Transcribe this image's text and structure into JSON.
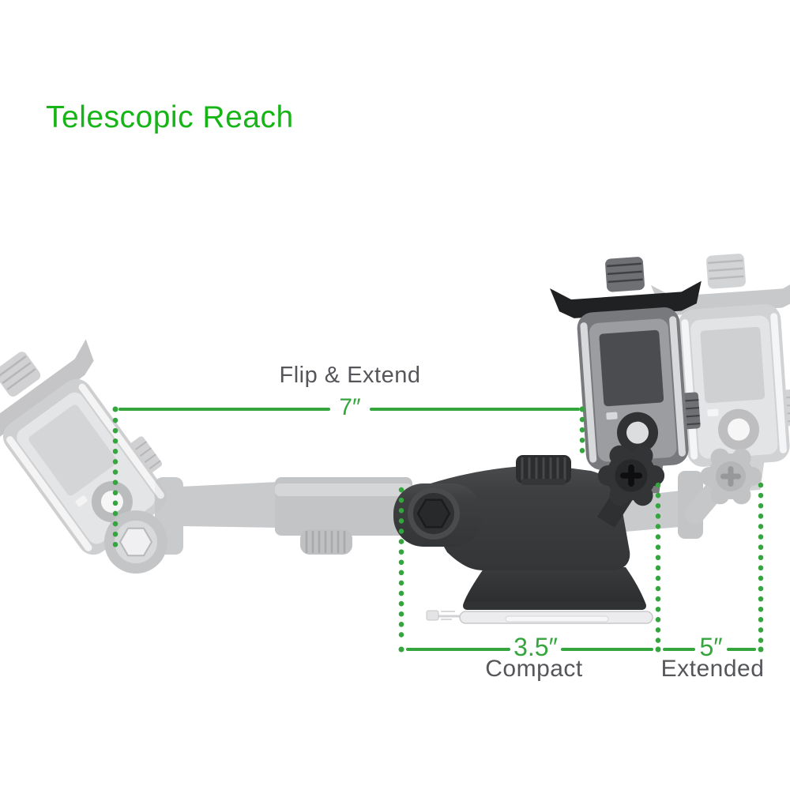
{
  "title": {
    "text": "Telescopic Reach"
  },
  "colors": {
    "title_green": "#17b417",
    "measure_green": "#35a53e",
    "label_gray": "#55565a",
    "background": "#ffffff"
  },
  "measurements": {
    "flip_extend": {
      "label": "Flip & Extend",
      "value": "7″"
    },
    "compact": {
      "value": "3.5″",
      "label": "Compact"
    },
    "extended": {
      "value": "5″",
      "label": "Extended"
    }
  },
  "illustration": {
    "alt": "Telescopic suction-cup mount with action camera in housing, shown solid in compact position and ghosted in flipped/extended positions"
  }
}
